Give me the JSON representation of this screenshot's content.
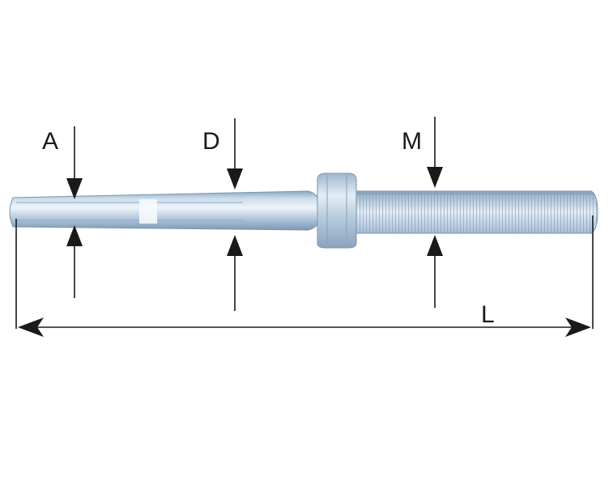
{
  "diagram": {
    "labels": {
      "A": "A",
      "D": "D",
      "M": "M",
      "L": "L"
    },
    "colors": {
      "metal_light": "#dce8f3",
      "metal_mid": "#a9c2d9",
      "metal_dark": "#6f8fae",
      "ink": "#1a1a1a"
    }
  }
}
